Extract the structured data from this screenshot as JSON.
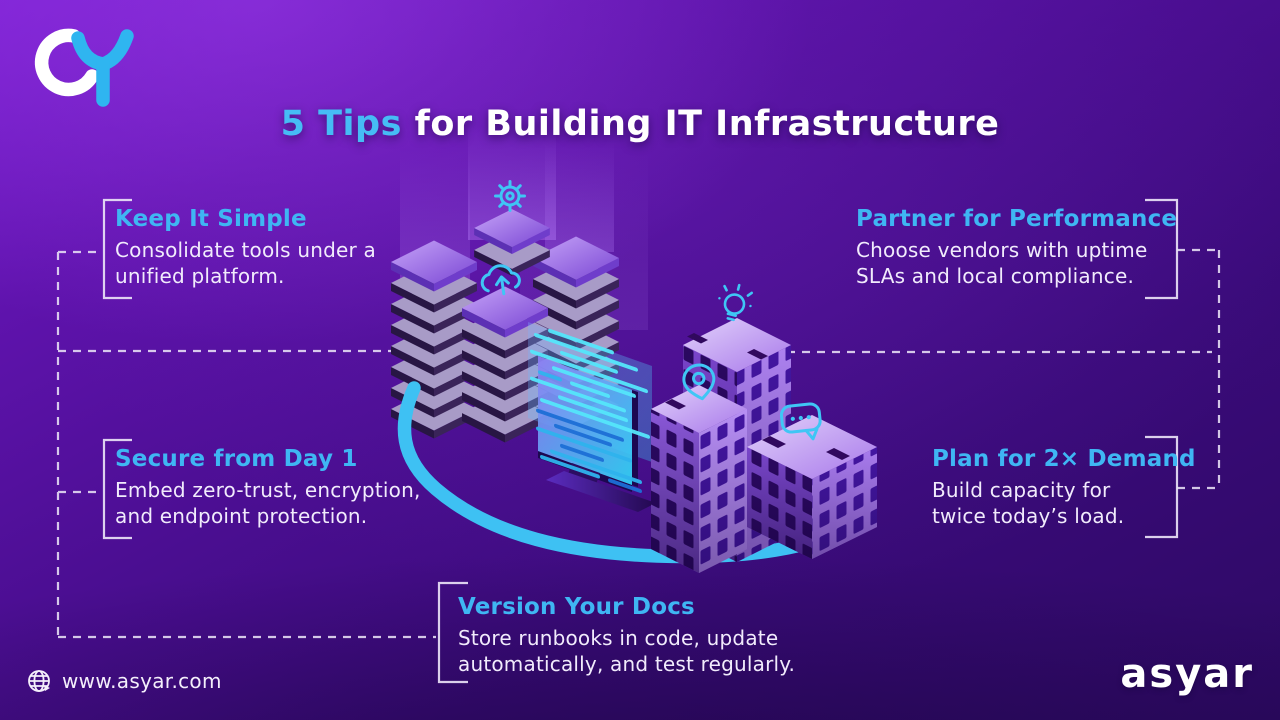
{
  "page": {
    "title_highlight": "5 Tips",
    "title_rest": " for Building IT Infrastructure"
  },
  "tips": [
    {
      "heading": "Keep It Simple",
      "lines": [
        "Consolidate tools under a",
        "unified platform."
      ]
    },
    {
      "heading": "Partner for Performance",
      "lines": [
        "Choose vendors with uptime",
        "SLAs and local compliance."
      ]
    },
    {
      "heading": "Secure from Day 1",
      "lines": [
        "Embed zero-trust, encryption,",
        "and endpoint protection."
      ]
    },
    {
      "heading": "Plan for 2× Demand",
      "lines": [
        "Build capacity for",
        "twice today’s load."
      ]
    },
    {
      "heading": "Version Your Docs",
      "lines": [
        "Store runbooks in code, update",
        "automatically, and test regularly."
      ]
    }
  ],
  "footer": {
    "website": "www.asyar.com",
    "brand": "asyar"
  },
  "colors": {
    "accent_cyan": "#3FB6F3",
    "title_white": "#FFFFFF",
    "body_text": "#F1EBFC",
    "connector": "#E9E2F6",
    "swoosh": "#3EC1F3",
    "background_top": "#7B1FD2",
    "background_bottom": "#2D0963"
  },
  "illustration": {
    "icons": [
      "gear-icon",
      "cloud-upload-icon",
      "lightbulb-icon",
      "location-pin-icon",
      "chat-bubble-icon",
      "globe-icon",
      "company-logo"
    ],
    "elements": [
      "server-stacks",
      "light-beams",
      "code-monitor",
      "network-swoosh",
      "city-buildings"
    ]
  }
}
